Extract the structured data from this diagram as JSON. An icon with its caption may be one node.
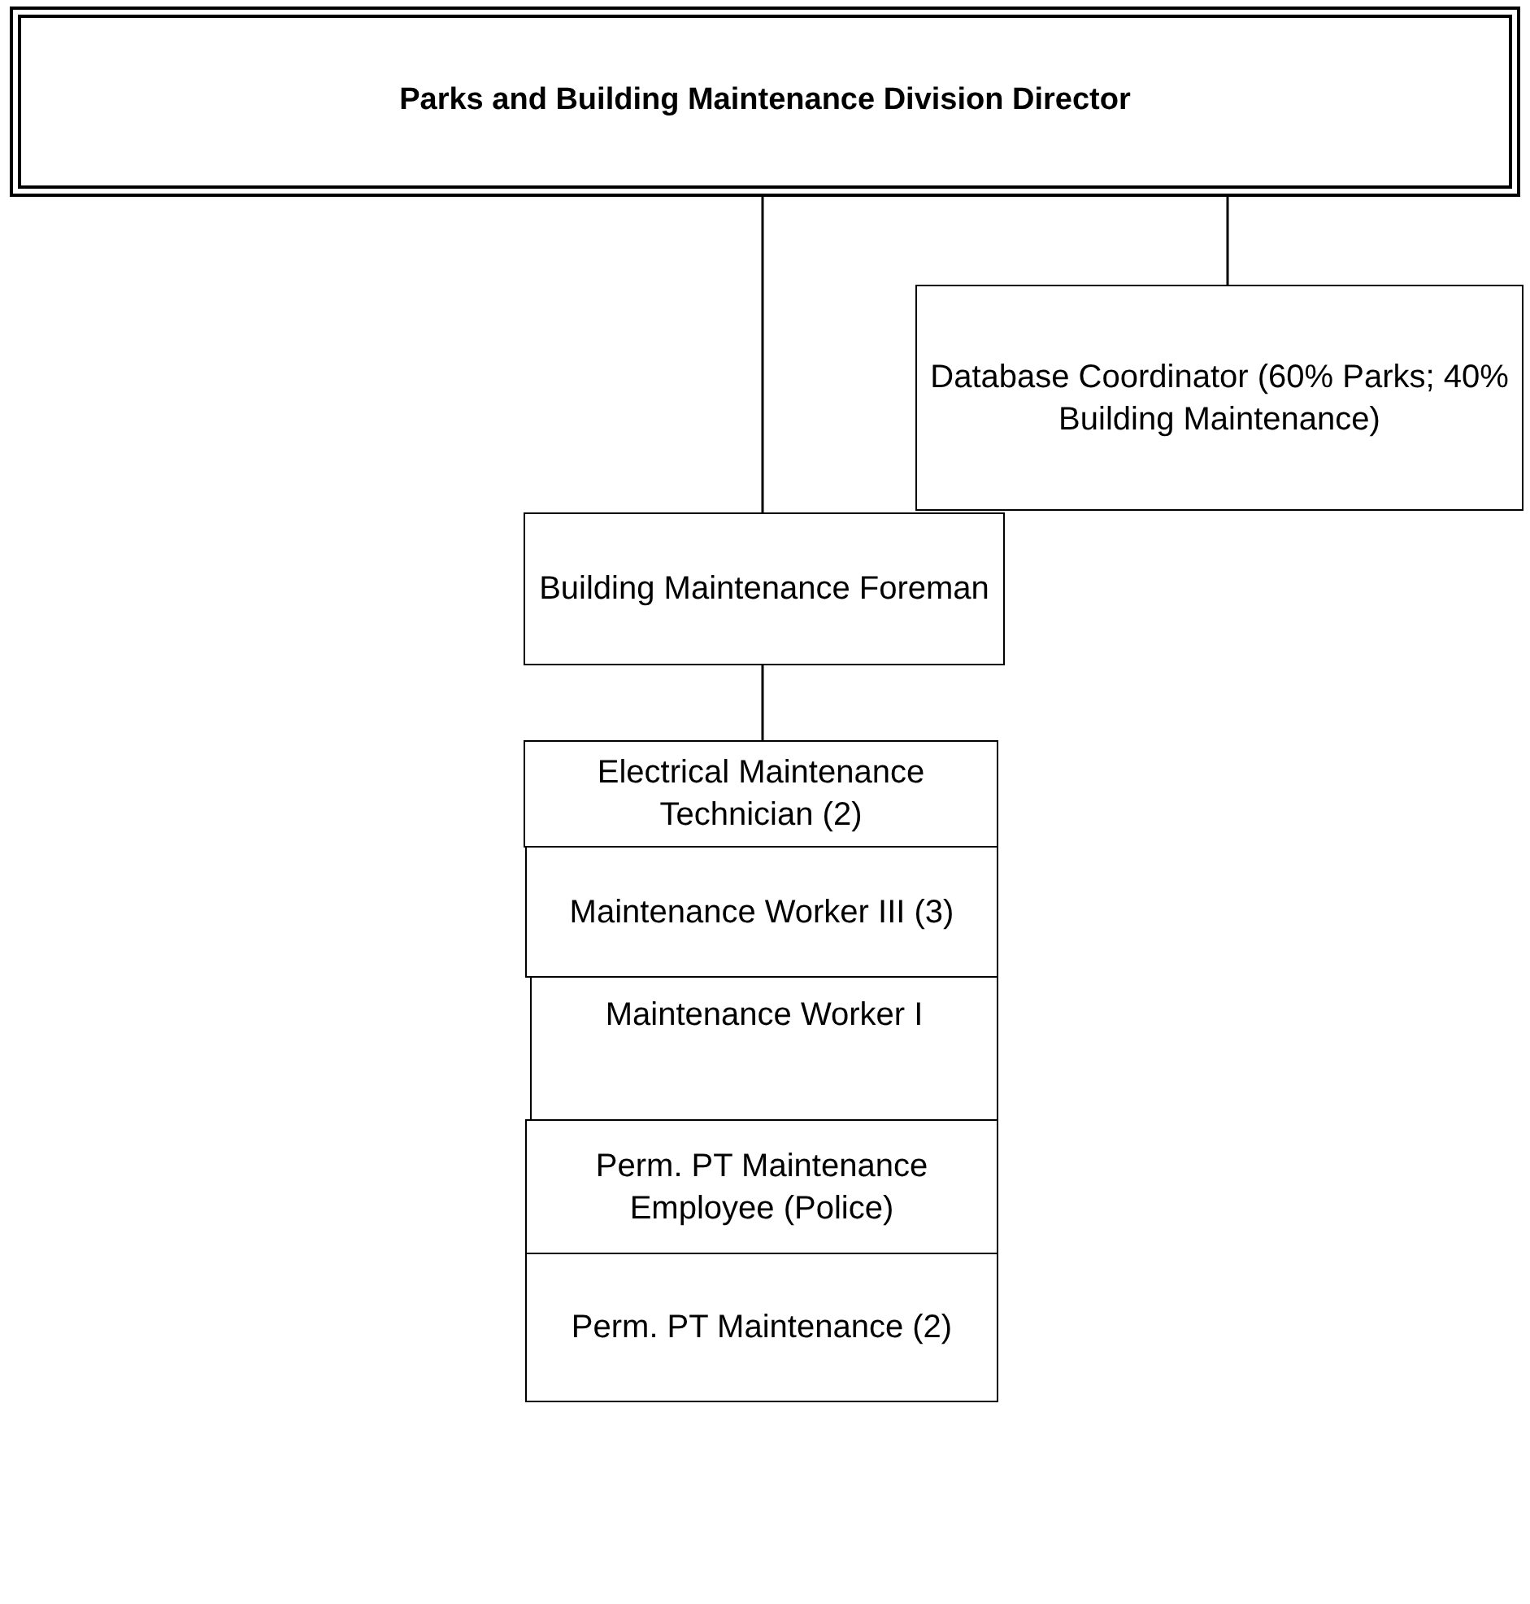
{
  "diagram": {
    "nodes": [
      {
        "text": [
          "Parks and Building Maintenance Division Director"
        ]
      },
      {
        "text": [
          "Database Coordinator (60% Parks; 40% Building Maintenance)"
        ]
      },
      {
        "text": [
          "Building Maintenance Foreman"
        ]
      },
      {
        "text": [
          "Electrical Maintenance Technician (2)"
        ]
      },
      {
        "text": [
          "Maintenance Worker III (3)"
        ]
      },
      {
        "text": [
          "Maintenance Worker I"
        ]
      },
      {
        "text": [
          "Perm. PT Maintenance Employee (Police)"
        ]
      },
      {
        "text": [
          "Perm. PT Maintenance (2)"
        ]
      }
    ],
    "edges": [
      {
        "from": 0,
        "to": 2,
        "arrow": "none"
      },
      {
        "from": 0,
        "to": 1,
        "arrow": "none"
      },
      {
        "from": 2,
        "to": 3,
        "arrow": "none"
      }
    ]
  }
}
